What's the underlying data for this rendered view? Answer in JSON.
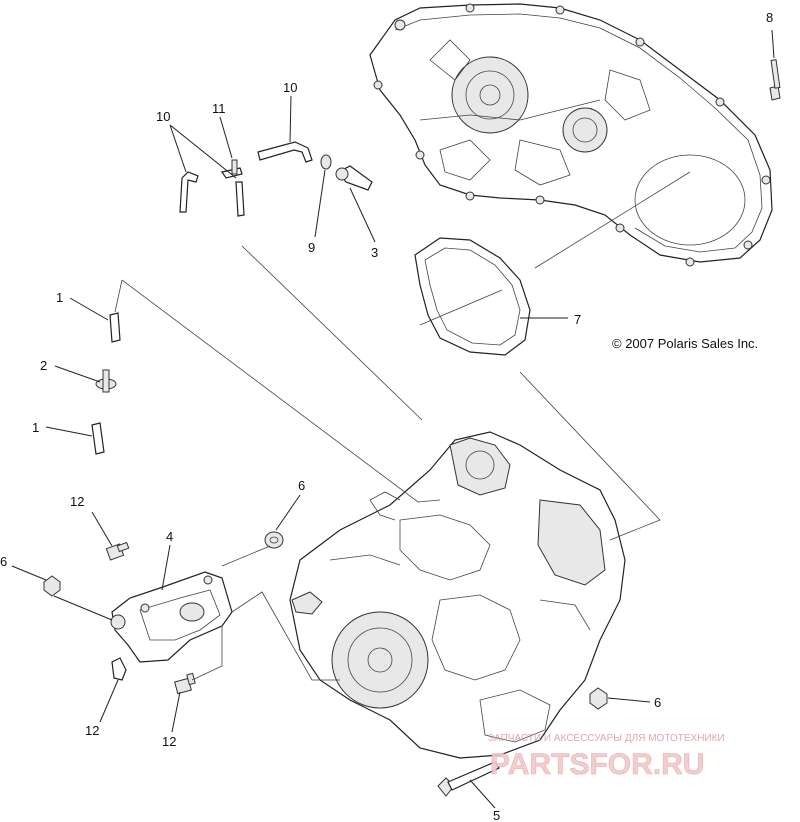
{
  "copyright": "© 2007 Polaris Sales Inc.",
  "watermark": {
    "tagline": "ЗАПЧАСТИ И АКСЕССУАРЫ ДЛЯ МОТОТЕХНИКИ",
    "brand": "PARTSFOR.RU"
  },
  "callouts": [
    {
      "id": "c8",
      "label": "8"
    },
    {
      "id": "c10a",
      "label": "10"
    },
    {
      "id": "c11",
      "label": "11"
    },
    {
      "id": "c10b",
      "label": "10"
    },
    {
      "id": "c9",
      "label": "9"
    },
    {
      "id": "c3",
      "label": "3"
    },
    {
      "id": "c7",
      "label": "7"
    },
    {
      "id": "c1a",
      "label": "1"
    },
    {
      "id": "c2",
      "label": "2"
    },
    {
      "id": "c1b",
      "label": "1"
    },
    {
      "id": "c12a",
      "label": "12"
    },
    {
      "id": "c6a",
      "label": "6"
    },
    {
      "id": "c6b",
      "label": "6"
    },
    {
      "id": "c4",
      "label": "4"
    },
    {
      "id": "c12b",
      "label": "12"
    },
    {
      "id": "c12c",
      "label": "12"
    },
    {
      "id": "c6c",
      "label": "6"
    },
    {
      "id": "c5",
      "label": "5"
    }
  ]
}
